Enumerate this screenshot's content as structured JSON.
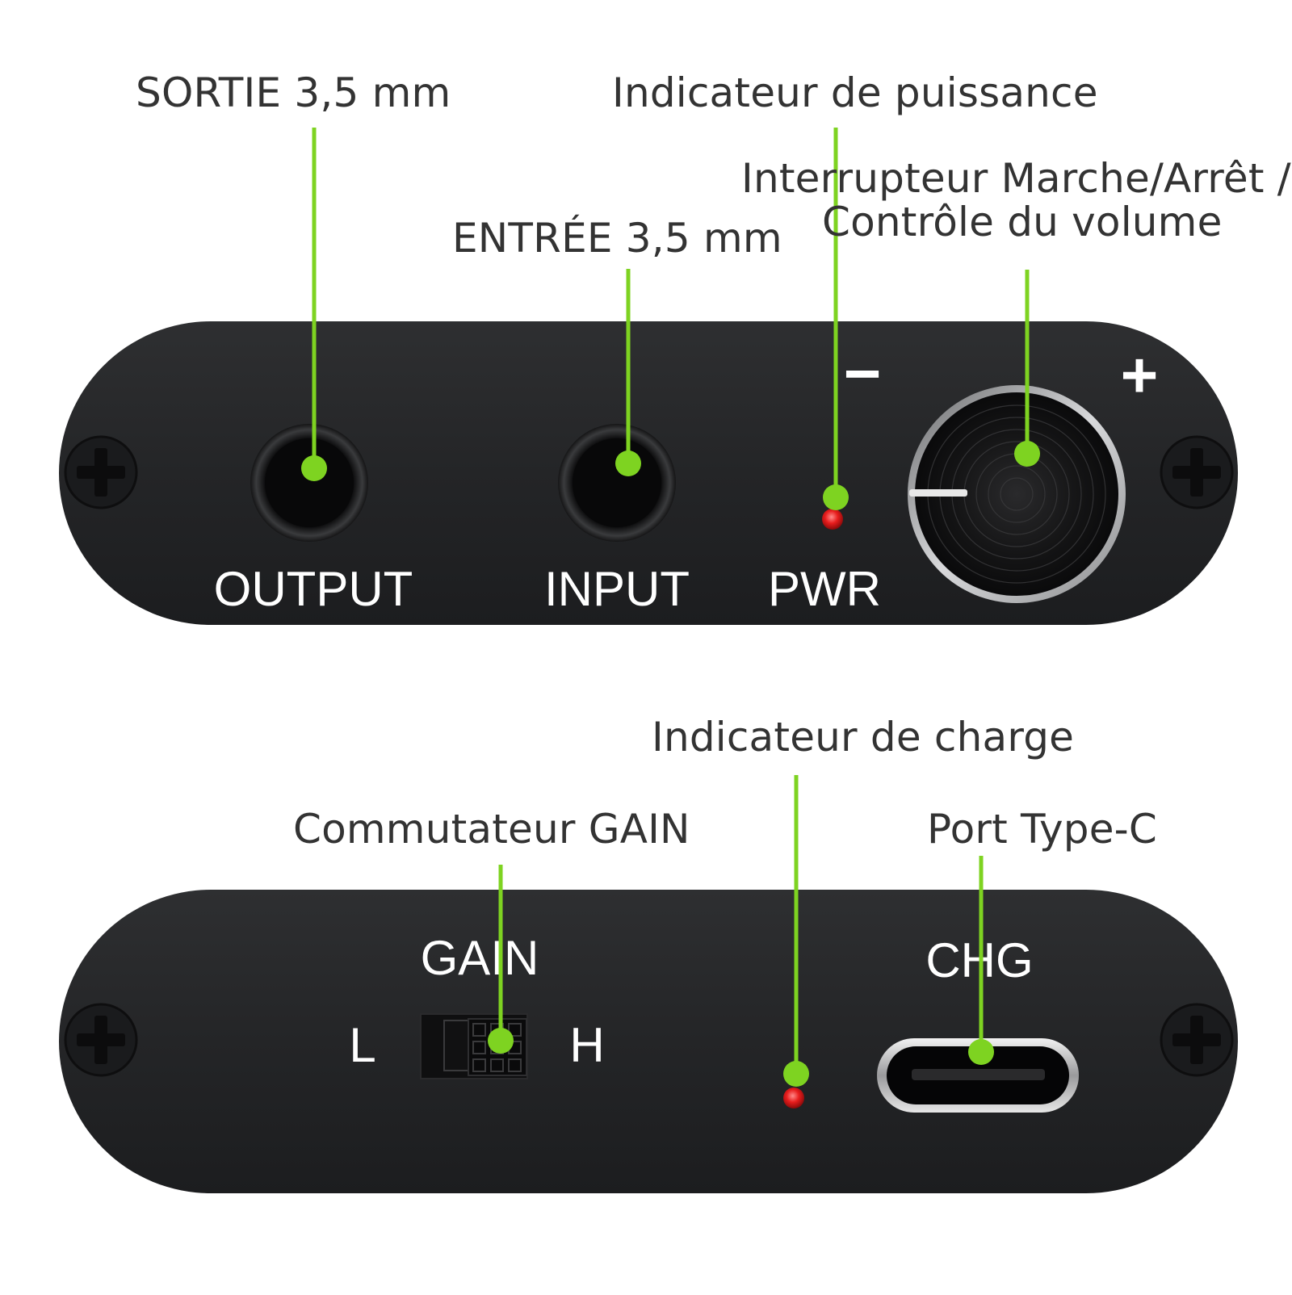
{
  "callouts": {
    "output": "SORTIE 3,5 mm",
    "power_led": "Indicateur de puissance",
    "input": "ENTRÉE 3,5 mm",
    "knob_line1": "Interrupteur Marche/Arrêt /",
    "knob_line2": "Contrôle du volume",
    "charge_led": "Indicateur de charge",
    "gain_switch": "Commutateur GAIN",
    "usb_port": "Port Type-C"
  },
  "panel_top": {
    "output_label": "OUTPUT",
    "input_label": "INPUT",
    "power_label": "PWR",
    "minus_symbol": "−",
    "plus_symbol": "+"
  },
  "panel_bottom": {
    "gain_label": "GAIN",
    "low_label": "L",
    "high_label": "H",
    "charge_label": "CHG"
  },
  "colors": {
    "accent_green": "#7ed321",
    "panel_dark": "#262729",
    "led_red": "#e81d1d",
    "text_dark": "#333333"
  }
}
